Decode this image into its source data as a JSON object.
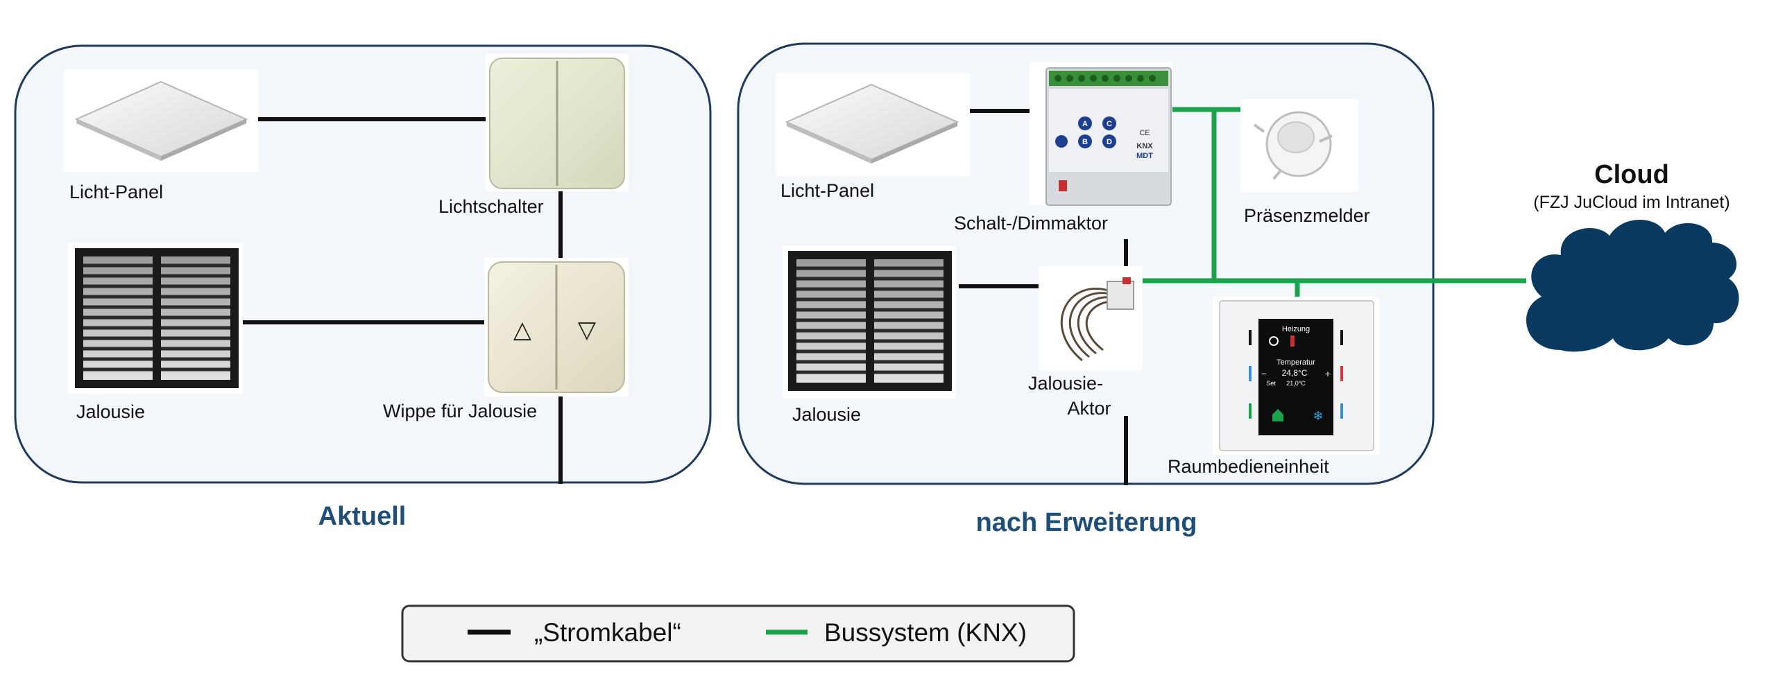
{
  "left_panel": {
    "title": "Aktuell",
    "devices": {
      "licht_panel": "Licht-Panel",
      "lichtschalter": "Lichtschalter",
      "jalousie": "Jalousie",
      "wippe": "Wippe für Jalousie"
    }
  },
  "right_panel": {
    "title": "nach Erweiterung",
    "devices": {
      "licht_panel": "Licht-Panel",
      "schalt_dimmaktor": "Schalt-/Dimmaktor",
      "praesenzmelder": "Präsenzmelder",
      "jalousie": "Jalousie",
      "jalousie_aktor_line1": "Jalousie-",
      "jalousie_aktor_line2": "Aktor",
      "raumbedieneinheit": "Raumbedieneinheit"
    },
    "display": {
      "heizung": "Heizung",
      "temperatur": "Temperatur",
      "temp_value": "24,8°C",
      "set": "Set",
      "set_value": "21,0°C",
      "minus": "−",
      "plus": "+"
    },
    "actuator_knx": "KNX",
    "actuator_mdt": "MDT",
    "actuator_ce": "CE",
    "actuator_buttons": [
      "A",
      "C",
      "B",
      "D"
    ]
  },
  "cloud": {
    "title": "Cloud",
    "subtitle": "(FZJ JuCloud im Intranet)"
  },
  "legend": {
    "power_label": "„Stromkabel“",
    "bus_label": "Bussystem (KNX)"
  },
  "colors": {
    "frame": "#1f3a5a",
    "panel_bg": "#f3f6fb",
    "power_line": "#111111",
    "bus_line": "#1aa34a",
    "cloud": "#0b3a61",
    "title": "#1f4e79"
  },
  "icons": {
    "up": "△",
    "down": "▽"
  }
}
